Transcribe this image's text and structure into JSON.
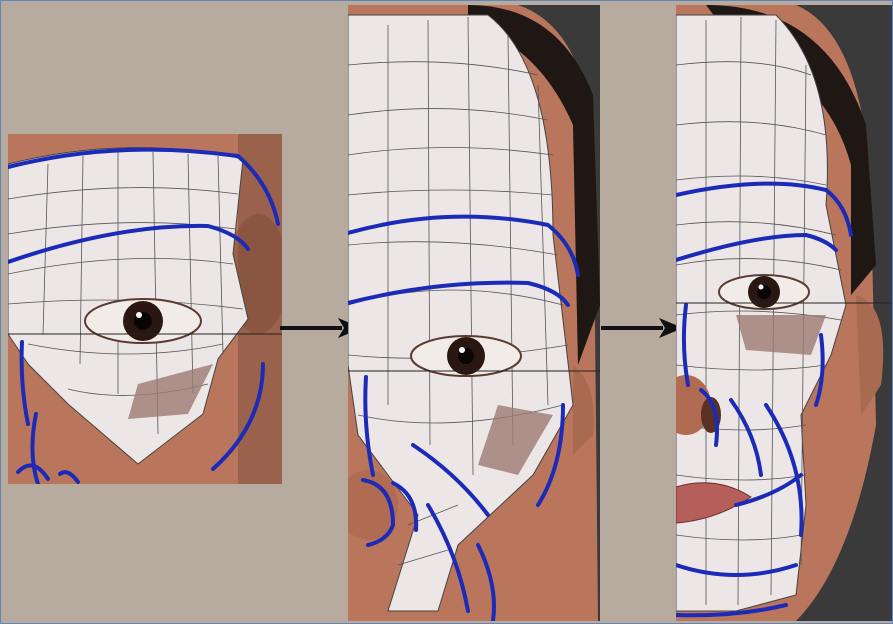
{
  "figure": {
    "steps": [
      {
        "id": "step-1",
        "description_hidden": ""
      },
      {
        "id": "step-2",
        "description_hidden": ""
      },
      {
        "id": "step-3",
        "description_hidden": ""
      }
    ],
    "colors": {
      "background": "#b7ab9f",
      "frame_border": "#5f86b6",
      "skin": "#b9765c",
      "skin_shadow": "#8f5a45",
      "mesh_fill": "#ece6e6",
      "mesh_line": "#505050",
      "edge_loop": "#1b2bb8",
      "hair": "#1e1714",
      "dark_bg": "#3a3a3a",
      "arrow": "#111111"
    },
    "icons": [
      "right-arrow-icon",
      "right-arrow-icon"
    ]
  }
}
